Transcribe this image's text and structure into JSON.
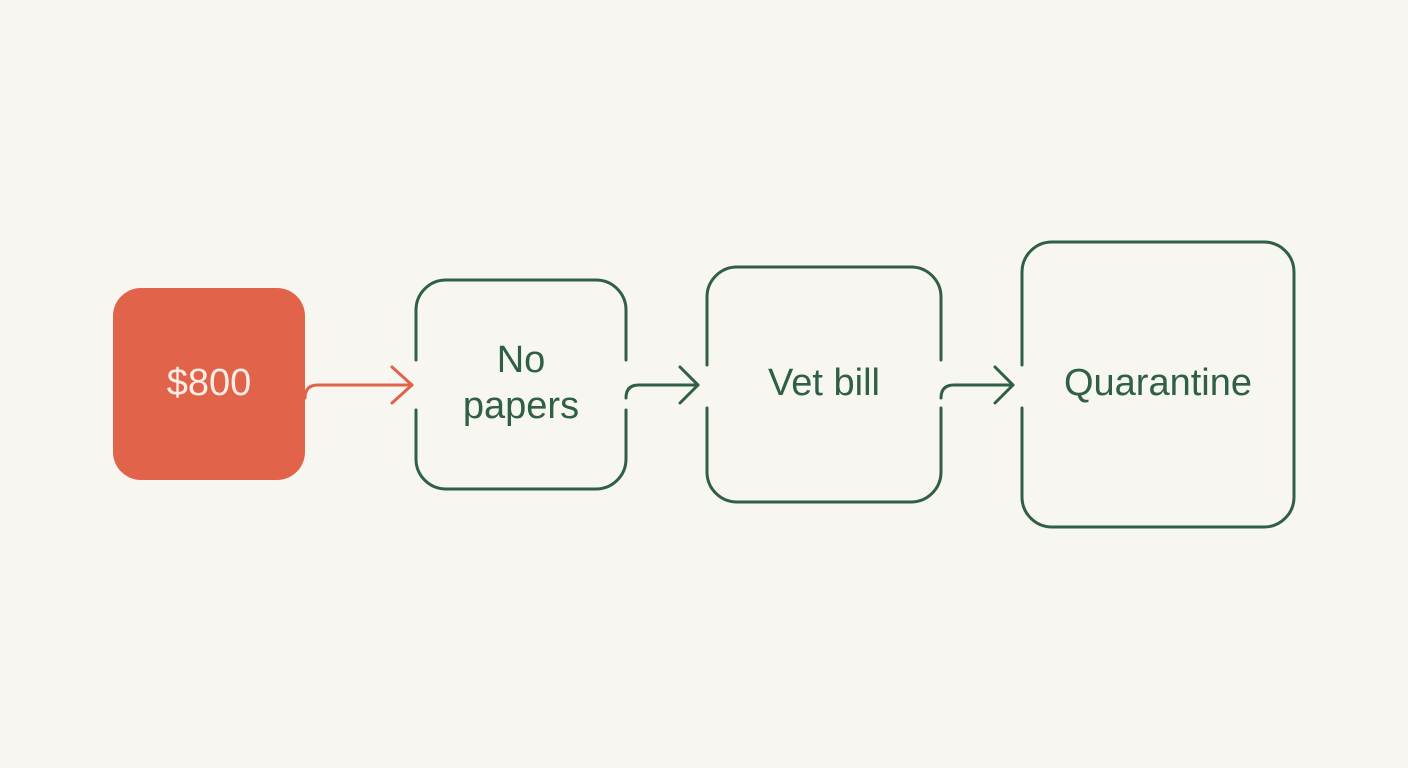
{
  "colors": {
    "background": "#f8f6f0",
    "accent": "#e0634a",
    "accent_text": "#fbeee6",
    "outline": "#2f5f45",
    "outline_text": "#2f5f45"
  },
  "flow": {
    "start": {
      "label": "$800"
    },
    "steps": [
      {
        "lines": [
          "No",
          "papers"
        ]
      },
      {
        "lines": [
          "Vet bill"
        ]
      },
      {
        "lines": [
          "Quarantine"
        ]
      }
    ]
  }
}
